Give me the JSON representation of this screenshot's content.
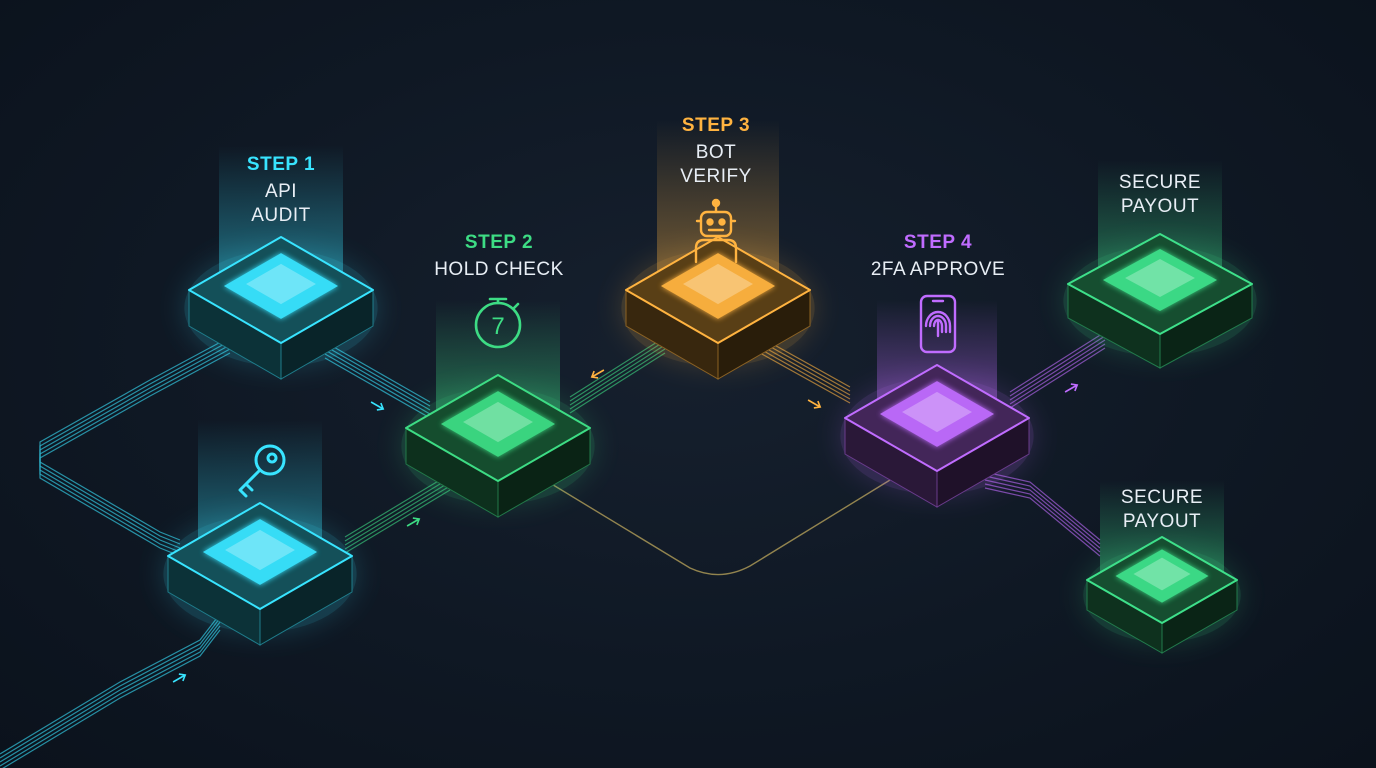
{
  "colors": {
    "cyan": "#38e4ff",
    "green": "#3ddc84",
    "amber": "#ffb340",
    "purple": "#c06cff",
    "payout": "#3ee08a",
    "text": "#e8eef5"
  },
  "nodes": [
    {
      "id": "api-audit",
      "step": "STEP 1",
      "title": "API",
      "title2": "AUDIT",
      "color": "cyan",
      "icon": "none"
    },
    {
      "id": "key",
      "step": "",
      "title": "",
      "title2": "",
      "color": "cyan",
      "icon": "key-icon"
    },
    {
      "id": "hold-check",
      "step": "STEP 2",
      "title": "HOLD CHECK",
      "title2": "",
      "color": "green",
      "icon": "stopwatch-icon",
      "icon_text": "7"
    },
    {
      "id": "bot-verify",
      "step": "STEP 3",
      "title": "BOT",
      "title2": "VERIFY",
      "color": "amber",
      "icon": "robot-icon"
    },
    {
      "id": "2fa-approve",
      "step": "STEP 4",
      "title": "2FA APPROVE",
      "title2": "",
      "color": "purple",
      "icon": "fingerprint-phone-icon"
    },
    {
      "id": "secure-payout-1",
      "step": "",
      "title": "SECURE",
      "title2": "PAYOUT",
      "color": "payout",
      "icon": "none"
    },
    {
      "id": "secure-payout-2",
      "step": "",
      "title": "SECURE",
      "title2": "PAYOUT",
      "color": "payout",
      "icon": "none"
    }
  ]
}
